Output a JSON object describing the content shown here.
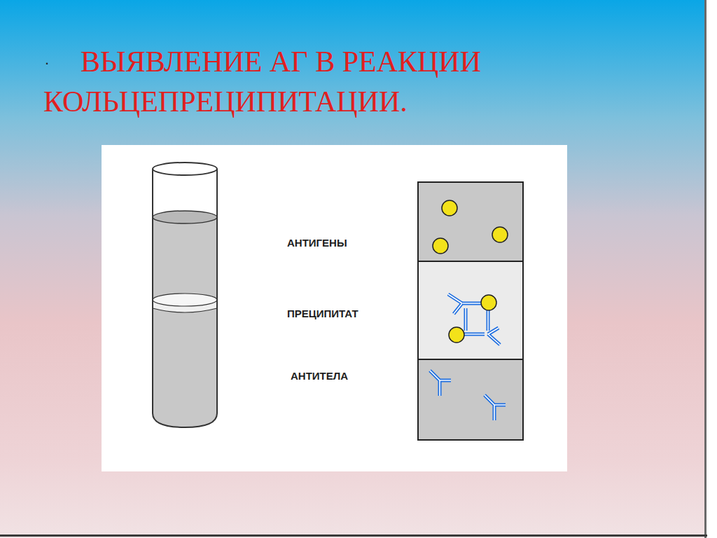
{
  "diagram": {
    "title": "ВЫЯВЛЕНИЕ АГ В РЕАКЦИИ КОЛЬЦЕПРЕЦИПИТАЦИИ.",
    "labels": [
      ".",
      "АНТИГЕНЫ",
      "ПРЕЦИПИТАТ",
      "АНТИТЕЛА"
    ]
  }
}
